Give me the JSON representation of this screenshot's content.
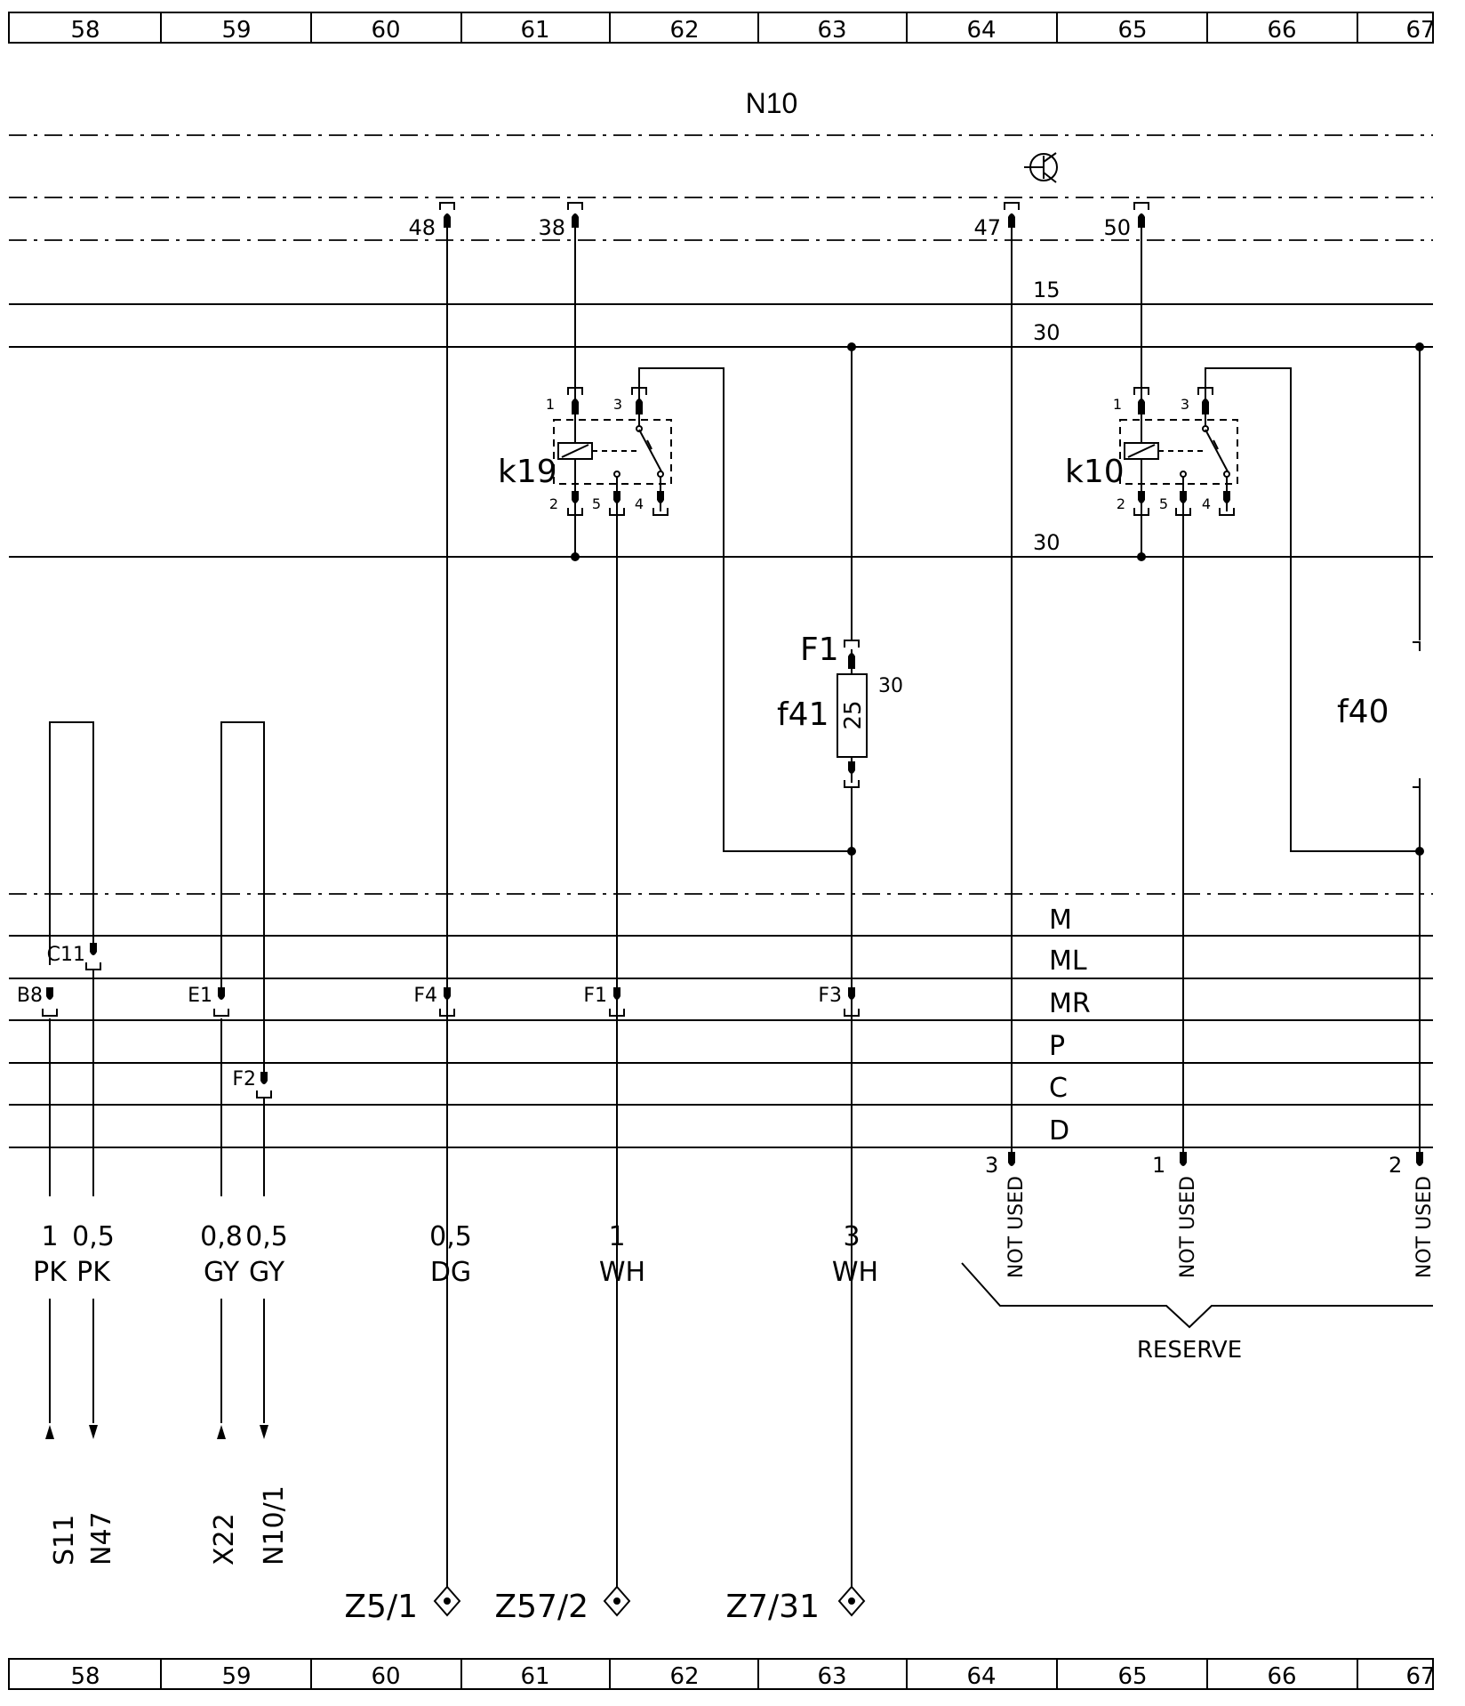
{
  "grid_numbers": [
    "58",
    "59",
    "60",
    "61",
    "62",
    "63",
    "64",
    "65",
    "66",
    "67"
  ],
  "unit_label": "N10",
  "ground_symbol": "ground-transistor-icon",
  "top_pins": [
    {
      "id": "p48",
      "text": "48"
    },
    {
      "id": "p38",
      "text": "38"
    },
    {
      "id": "p47",
      "text": "47"
    },
    {
      "id": "p50",
      "text": "50"
    }
  ],
  "bus_labels": {
    "b15": "15",
    "b30a": "30",
    "b30b": "30"
  },
  "relays": [
    {
      "name": "k19",
      "pins": {
        "p1": "1",
        "p3": "3",
        "p2": "2",
        "p5": "5",
        "p4": "4"
      }
    },
    {
      "name": "k10",
      "pins": {
        "p1": "1",
        "p3": "3",
        "p2": "2",
        "p5": "5",
        "p4": "4"
      }
    }
  ],
  "fuse_f41": {
    "pin": "F1",
    "name": "f41",
    "value": "25",
    "bus": "30"
  },
  "fuse_f40": {
    "name": "f40"
  },
  "bottom_buses": [
    "M",
    "ML",
    "MR",
    "P",
    "C",
    "D"
  ],
  "connectors": [
    {
      "id": "c11",
      "text": "C11"
    },
    {
      "id": "b8",
      "text": "B8"
    },
    {
      "id": "e1",
      "text": "E1"
    },
    {
      "id": "f2",
      "text": "F2"
    },
    {
      "id": "f4",
      "text": "F4"
    },
    {
      "id": "f1",
      "text": "F1"
    },
    {
      "id": "f3",
      "text": "F3"
    }
  ],
  "wires": [
    {
      "id": "w1",
      "size": "1",
      "color": "PK"
    },
    {
      "id": "w2",
      "size": "0,5",
      "color": "PK"
    },
    {
      "id": "w3",
      "size": "0,8",
      "color": "GY"
    },
    {
      "id": "w4",
      "size": "0,5",
      "color": "GY"
    },
    {
      "id": "w5",
      "size": "0,5",
      "color": "DG"
    },
    {
      "id": "w6",
      "size": "1",
      "color": "WH"
    },
    {
      "id": "w7",
      "size": "3",
      "color": "WH"
    }
  ],
  "reserve_pins": [
    {
      "num": "3",
      "text": "NOT USED"
    },
    {
      "num": "1",
      "text": "NOT USED"
    },
    {
      "num": "2",
      "text": "NOT USED"
    }
  ],
  "reserve_label": "RESERVE",
  "destinations": [
    {
      "id": "d1",
      "text": "S11"
    },
    {
      "id": "d2",
      "text": "N47"
    },
    {
      "id": "d3",
      "text": "X22"
    },
    {
      "id": "d4",
      "text": "N10/1"
    }
  ],
  "ground_points": [
    {
      "id": "z1",
      "text": "Z5/1"
    },
    {
      "id": "z2",
      "text": "Z57/2"
    },
    {
      "id": "z3",
      "text": "Z7/31"
    }
  ]
}
